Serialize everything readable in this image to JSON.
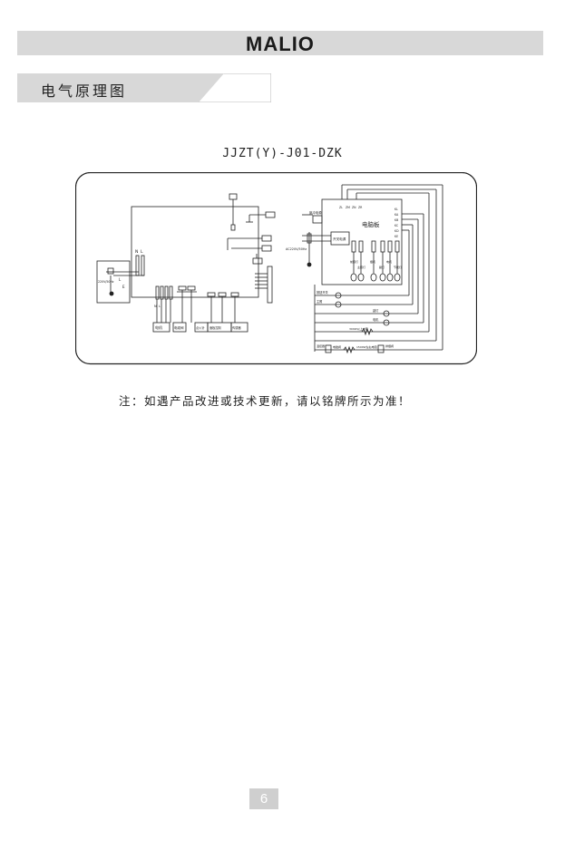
{
  "header": {
    "brand": "MALIO"
  },
  "section": {
    "title": "电气原理图"
  },
  "diagram": {
    "model": "JJZT(Y)-J01-DZK",
    "left_circuit": {
      "supply_label": "220V/50Hz",
      "terminal_n": "N",
      "terminal_l": "L",
      "mark_l": "L",
      "mark_e": "E",
      "lower_marks": [
        "N",
        "L"
      ],
      "components": [
        "电机",
        "电磁阀",
        "点火针",
        "面板控制",
        "传感器"
      ]
    },
    "right_circuit": {
      "controller_label": "电脑板",
      "pulse_label": "脉冲电源",
      "supply_label": "AC220V/50Hz",
      "switch_label": "开关电源",
      "top_terminals": [
        "ZL",
        "ZM",
        "ZN",
        "ZR"
      ],
      "right_terminals": [
        "KL",
        "KA",
        "KB",
        "KC",
        "KD",
        "KE"
      ],
      "loads": [
        "前照灯",
        "主照灯",
        "烟机",
        "副灯",
        "电机",
        "节能灯"
      ],
      "wire_labels": [
        "按钮开关",
        "主照",
        "副灯",
        "电机",
        "300W以上电阻",
        "温控器",
        "电磁阀",
        "1500W左右电阻",
        "排烟阀"
      ]
    }
  },
  "note": {
    "text": "注：如遇产品改进或技术更新，请以铭牌所示为准！"
  },
  "footer": {
    "page_number": "6"
  }
}
